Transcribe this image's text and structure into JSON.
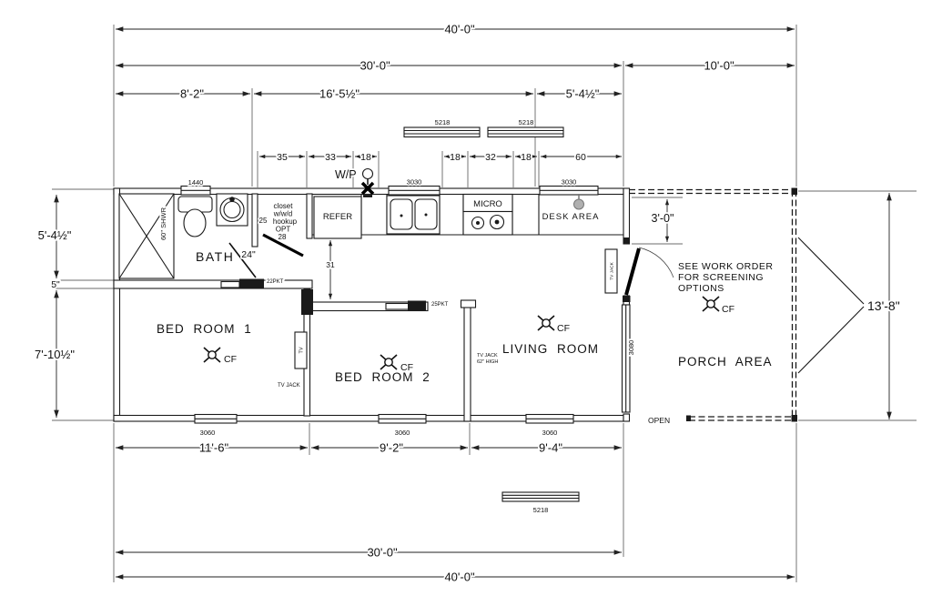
{
  "dims": {
    "overall_top": "40'-0\"",
    "main_top": "30'-0\"",
    "porch_top": "10'-0\"",
    "seg_bath": "8'-2\"",
    "seg_kitchen": "16'-5½\"",
    "seg_desk": "5'-4½\"",
    "inch_35": "35",
    "inch_33": "33",
    "inch_18": "18",
    "inch_32": "32",
    "inch_60": "60",
    "left_upper": "5'-4½\"",
    "left_step": "5\"",
    "left_lower": "7'-10½\"",
    "porch_door": "3'-0\"",
    "porch_height": "13'-8\"",
    "hall": "31",
    "bath_door": "24\"",
    "closet_depth": "25",
    "bottom_bed1": "11'-6\"",
    "bottom_bed2": "9'-2\"",
    "bottom_living": "9'-4\"",
    "main_bottom": "30'-0\"",
    "overall_bottom": "40'-0\""
  },
  "windows": {
    "w5218": "5218",
    "w3030": "3030",
    "w1440": "1440",
    "w3060": "3060",
    "w3080": "3080"
  },
  "rooms": {
    "bath": "BATH",
    "bed1": "BED ROOM 1",
    "bed2": "BED ROOM 2",
    "living": "LIVING ROOM",
    "porch": "PORCH AREA",
    "desk": "DESK AREA"
  },
  "fixtures": {
    "refer": "REFER",
    "micro": "MICRO",
    "shower": "60\" SHWR",
    "water": "W/P",
    "closet": [
      "closet",
      "w/w/d",
      "hookup",
      "OPT",
      "28"
    ]
  },
  "labels": {
    "cf": "CF",
    "open": "OPEN",
    "tv_jack": "TV JACK",
    "tv": "TV",
    "tv_jack_high_1": "TV JACK",
    "tv_jack_high_2": "62\" HIGH",
    "pkt_bath": "22PKT",
    "pkt_bed2": "25PKT",
    "note1": "SEE WORK ORDER",
    "note2": "FOR SCREENING",
    "note3": "OPTIONS"
  }
}
